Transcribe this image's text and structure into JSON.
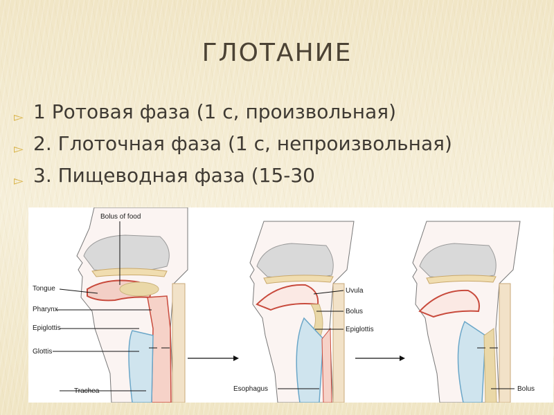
{
  "slide": {
    "title": "ГЛОТАНИЕ",
    "bullets": [
      "1 Ротовая фаза (1 с, произвольная)",
      "2. Глоточная фаза (1 с, непроизвольная)",
      "3. Пищеводная фаза (15-30"
    ]
  },
  "figure": {
    "labels": {
      "bolus_of_food": "Bolus of food",
      "tongue": "Tongue",
      "pharynx": "Pharynx",
      "epiglottis_1": "Epiglottis",
      "glottis": "Glottis",
      "trachea": "Trachea",
      "uvula": "Uvula",
      "bolus_2": "Bolus",
      "epiglottis_2": "Epiglottis",
      "esophagus": "Esophagus",
      "bolus_3": "Bolus"
    }
  }
}
